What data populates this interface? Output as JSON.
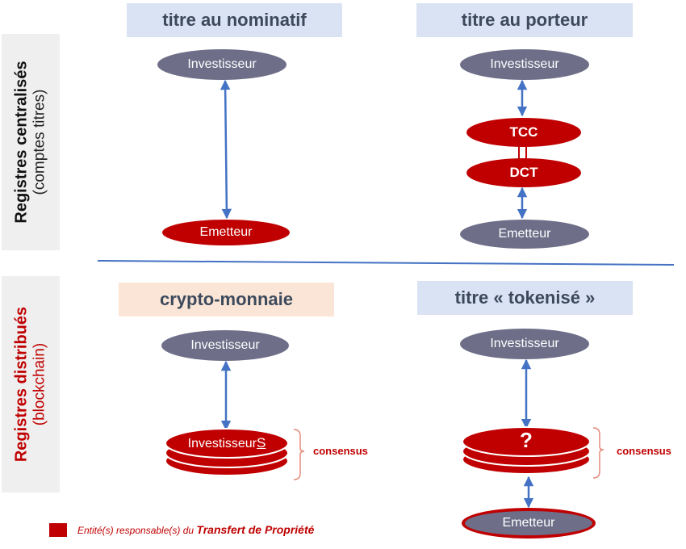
{
  "sidebar": {
    "top": {
      "main": "Registres centralisés",
      "sub": "(comptes titres)"
    },
    "bottom": {
      "main": "Registres distribués",
      "sub": "(blockchain)"
    }
  },
  "headers": {
    "nominatif": "titre au nominatif",
    "porteur": "titre au porteur",
    "crypto": "crypto-monnaie",
    "tokenise": "titre « tokenisé »"
  },
  "nodes": {
    "nominatif_investisseur": "Investisseur",
    "nominatif_emetteur": "Emetteur",
    "porteur_investisseur": "Investisseur",
    "porteur_tcc": "TCC",
    "porteur_dct": "DCT",
    "porteur_emetteur": "Emetteur",
    "crypto_investisseur": "Investisseur",
    "crypto_stack_prefix": "Investisseur",
    "crypto_stack_suffix": "S",
    "tokenise_investisseur": "Investisseur",
    "tokenise_stack": "?",
    "tokenise_emetteur": "Emetteur"
  },
  "consensus": {
    "crypto": "consensus",
    "tokenise": "consensus"
  },
  "legend": {
    "prefix": "Entité(s) responsable(s) du ",
    "emphasis": "Transfert de Propriété"
  },
  "colors": {
    "red": "#c00000",
    "grey": "#6e6e89",
    "header_blue": "#dae3f3",
    "header_peach": "#fbe5d6",
    "arrow": "#4472c4"
  }
}
